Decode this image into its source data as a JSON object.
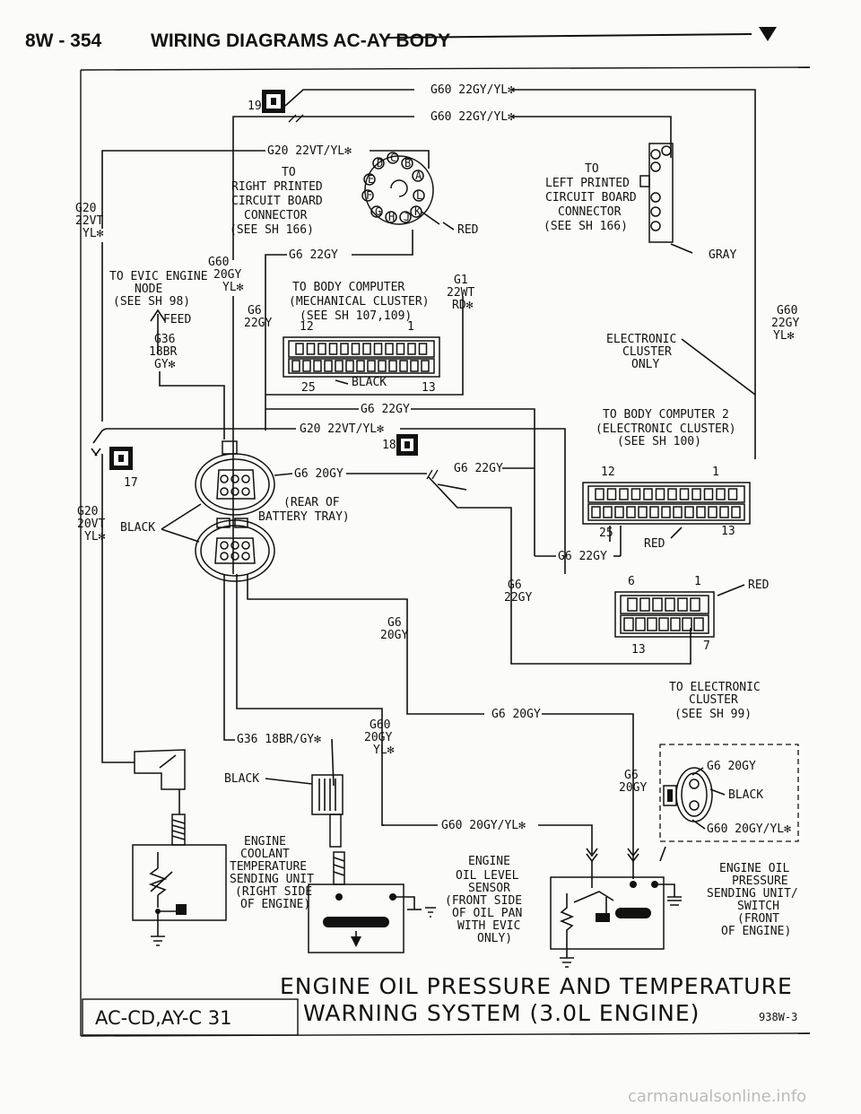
{
  "header": {
    "page_code": "8W - 354",
    "title": "WIRING DIAGRAMS AC-AY BODY"
  },
  "connectors": {
    "c19": "19",
    "c18": "18",
    "c17": "17"
  },
  "wires": {
    "g60_22gy_ylx_1": "G60 22GY/YL✻",
    "g60_22gy_ylx_2": "G60 22GY/YL✻",
    "g20_22vt_ylx_top": "G20 22VT/YL✻",
    "g20_left_1": "G20",
    "g20_left_2": "22VT",
    "g20_left_3": "YL✻",
    "g60_20gy_ylx_1": "G60",
    "g60_20gy_ylx_2": "20GY",
    "g60_20gy_ylx_3": "YL✻",
    "g6_22gy_top": "G6 22GY",
    "g6_22gy_v1": "G6",
    "g6_22gy_v2": "22GY",
    "g1_1": "G1",
    "g1_2": "22WT",
    "g1_3": "RD✻",
    "g36_1": "G36",
    "g36_2": "18BR",
    "g36_3": "GY✻",
    "g6_22gy_mid": "G6 22GY",
    "g20_22vt_ylx_mid": "G20 22VT/YL✻",
    "g6_20gy_conn": "G6 20GY",
    "g6_22gy_conn": "G6 22GY",
    "g20_bl_1": "G20",
    "g20_bl_2": "20VT",
    "g20_bl_3": "YL✻",
    "black_1": "BLACK",
    "g6_22gy_right": "G6 22GY",
    "g60_r_1": "G60",
    "g60_r_2": "22GY",
    "g60_r_3": "YL✻",
    "g6_22gy_c1": "G6",
    "g6_22gy_c2": "22GY",
    "g6_20gy_c1": "G6",
    "g6_20gy_c2": "20GY",
    "g6_20gy_bottom": "G6 20GY",
    "g36_18br_gy": "G36 18BR/GY✻",
    "g60_20gy_b1": "G60",
    "g60_20gy_b2": "20GY",
    "g60_20gy_b3": "YL✻",
    "black_2": "BLACK",
    "g60_20gy_ylx_bottom": "G60 20GY/YL✻",
    "g6_20gy_r1": "G6",
    "g6_20gy_r2": "20GY",
    "g6_20gy_box": "G6 20GY",
    "black_3": "BLACK",
    "g60_20gy_ylx_box": "G60 20GY/YL✻",
    "red_1": "RED",
    "gray_1": "GRAY",
    "red_2": "RED",
    "red_3": "RED",
    "feed": "FEED"
  },
  "labels": {
    "right_pcb_1": "TO",
    "right_pcb_2": "RIGHT PRINTED",
    "right_pcb_3": "CIRCUIT BOARD",
    "right_pcb_4": "CONNECTOR",
    "right_pcb_5": "(SEE SH 166)",
    "left_pcb_1": "TO",
    "left_pcb_2": "LEFT PRINTED",
    "left_pcb_3": "CIRCUIT BOARD",
    "left_pcb_4": "CONNECTOR",
    "left_pcb_5": "(SEE SH 166)",
    "evic_1": "TO EVIC ENGINE",
    "evic_2": "NODE",
    "evic_3": "(SEE SH 98)",
    "body_comp_1": "TO BODY COMPUTER",
    "body_comp_2": "(MECHANICAL CLUSTER)",
    "body_comp_3": "(SEE SH 107,109)",
    "pin12a": "12",
    "pin1a": "1",
    "pin25a": "25",
    "pin13a": "13",
    "black_conn": "BLACK",
    "elec_cluster_1": "ELECTRONIC",
    "elec_cluster_2": "CLUSTER",
    "elec_cluster_3": "ONLY",
    "body_comp2_1": "TO BODY COMPUTER 2",
    "body_comp2_2": "(ELECTRONIC CLUSTER)",
    "body_comp2_3": "(SEE SH 100)",
    "pin12b": "12",
    "pin1b": "1",
    "pin25b": "25",
    "pin13b": "13",
    "battery_1": "(REAR OF",
    "battery_2": "BATTERY TRAY)",
    "pin6c": "6",
    "pin1c": "1",
    "pin13c": "13",
    "pin7c": "7",
    "to_elec_1": "TO ELECTRONIC",
    "to_elec_2": "CLUSTER",
    "to_elec_3": "(SEE SH 99)",
    "coolant_1": "ENGINE",
    "coolant_2": "COOLANT",
    "coolant_3": "TEMPERATURE",
    "coolant_4": "SENDING UNIT",
    "coolant_5": "(RIGHT SIDE",
    "coolant_6": "OF ENGINE)",
    "oil_level_1": "ENGINE",
    "oil_level_2": "OIL LEVEL",
    "oil_level_3": "SENSOR",
    "oil_level_4": "(FRONT SIDE",
    "oil_level_5": "OF OIL PAN",
    "oil_level_6": "WITH EVIC",
    "oil_level_7": "ONLY)",
    "oil_press_1": "ENGINE OIL",
    "oil_press_2": "PRESSURE",
    "oil_press_3": "SENDING UNIT/",
    "oil_press_4": "SWITCH",
    "oil_press_5": "(FRONT",
    "oil_press_6": "OF ENGINE)"
  },
  "footer": {
    "title_line1": "ENGINE OIL PRESSURE AND TEMPERATURE",
    "title_line2": "WARNING SYSTEM (3.0L ENGINE)",
    "figure_code": "938W-3",
    "page_ref": "AC-CD,AY-C 31"
  },
  "watermark": "carmanualsonline.info"
}
